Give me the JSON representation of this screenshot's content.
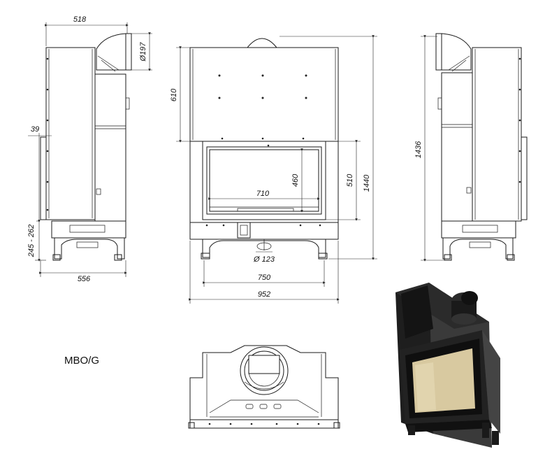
{
  "model_label": "MBO/G",
  "dimensions": {
    "side_top_depth": "518",
    "flue_diameter": "Ø197",
    "top_height": "610",
    "side_offset": "39",
    "leg_height": "245 - 262",
    "side_bottom_depth": "556",
    "glass_height": "460",
    "door_height": "510",
    "total_height_front": "1440",
    "glass_width": "710",
    "air_inlet_diameter": "Ø 123",
    "leg_width": "750",
    "total_width": "952",
    "total_height_side": "1436"
  },
  "colors": {
    "line": "#1a1a1a",
    "body_render": "#1e1e1e",
    "glass_render": "#d8c9a0"
  }
}
